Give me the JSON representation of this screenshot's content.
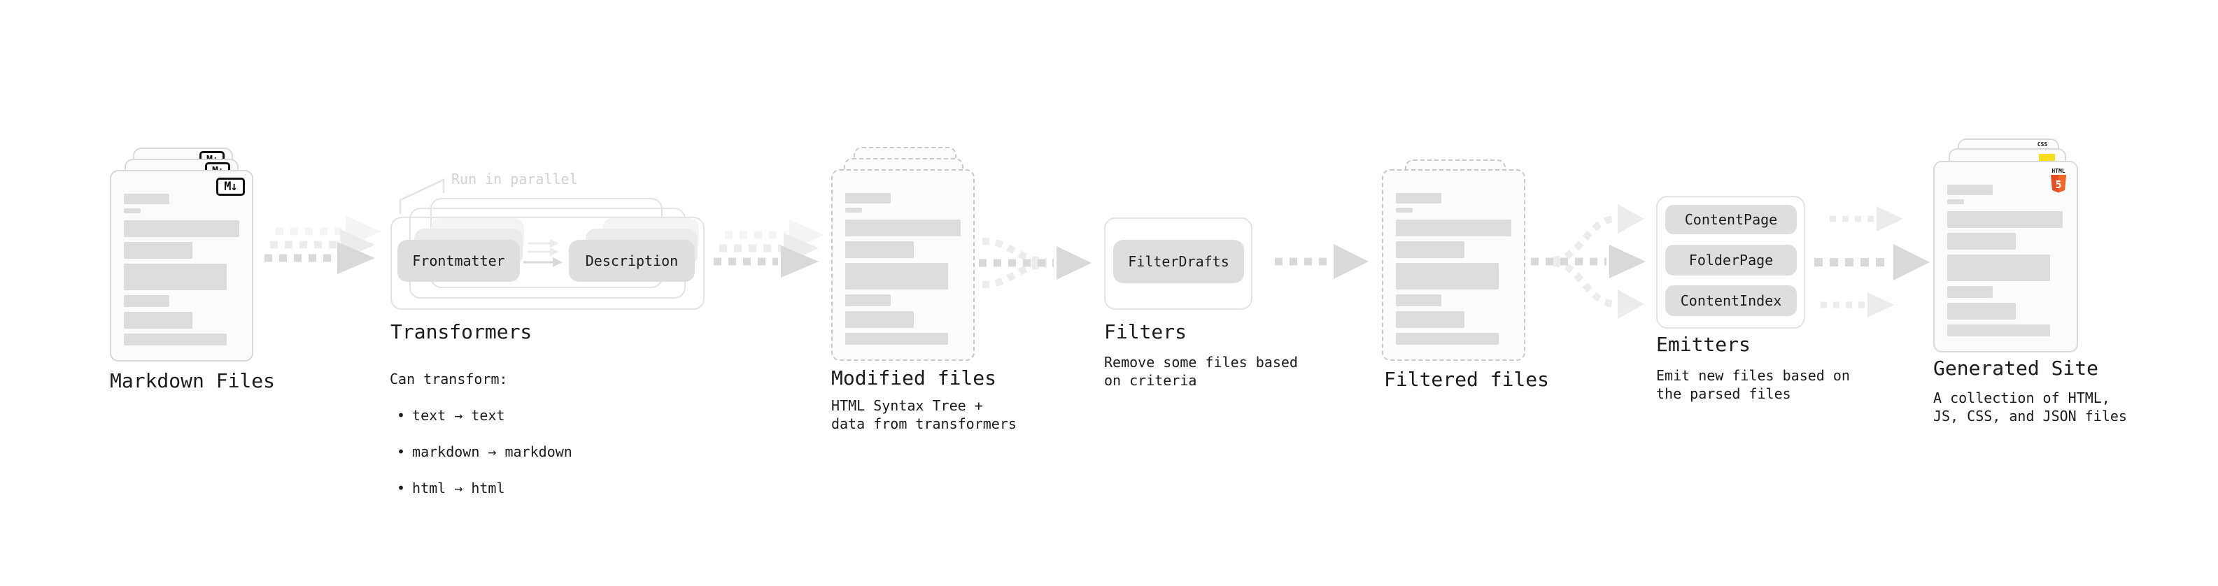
{
  "pipeline": {
    "markdown_files": {
      "label": "Markdown Files",
      "badge": "M↓"
    },
    "transformers": {
      "label": "Transformers",
      "annotation": "Run in parallel",
      "input_node": "Frontmatter",
      "output_node": "Description",
      "desc_title": "Can transform:",
      "bullet_char": "•",
      "bullets": [
        "text → text",
        "markdown → markdown",
        "html → html"
      ]
    },
    "modified_files": {
      "label": "Modified files",
      "desc": "HTML Syntax Tree +\ndata from transformers"
    },
    "filters": {
      "label": "Filters",
      "node": "FilterDrafts",
      "desc": "Remove some files based\non criteria"
    },
    "filtered_files": {
      "label": "Filtered files"
    },
    "emitters": {
      "label": "Emitters",
      "nodes": [
        "ContentPage",
        "FolderPage",
        "ContentIndex"
      ],
      "desc": "Emit new files based on\nthe parsed files"
    },
    "generated_site": {
      "label": "Generated Site",
      "desc": "A collection of HTML,\nJS, CSS, and JSON files",
      "html5_label": "HTML",
      "html5_number": "5",
      "css_label": "CSS"
    }
  },
  "colors": {
    "arrow": "#d9d9d9",
    "arrow_light": "#ececec",
    "arrow_lighter": "#f4f4f4",
    "leader_line": "#e3e3e3",
    "bar": "#dcdcdc",
    "html5_orange": "#e44d26",
    "html5_orange_light": "#f16529",
    "js_yellow": "#f7df1e",
    "css_blue": "#2965f1"
  }
}
